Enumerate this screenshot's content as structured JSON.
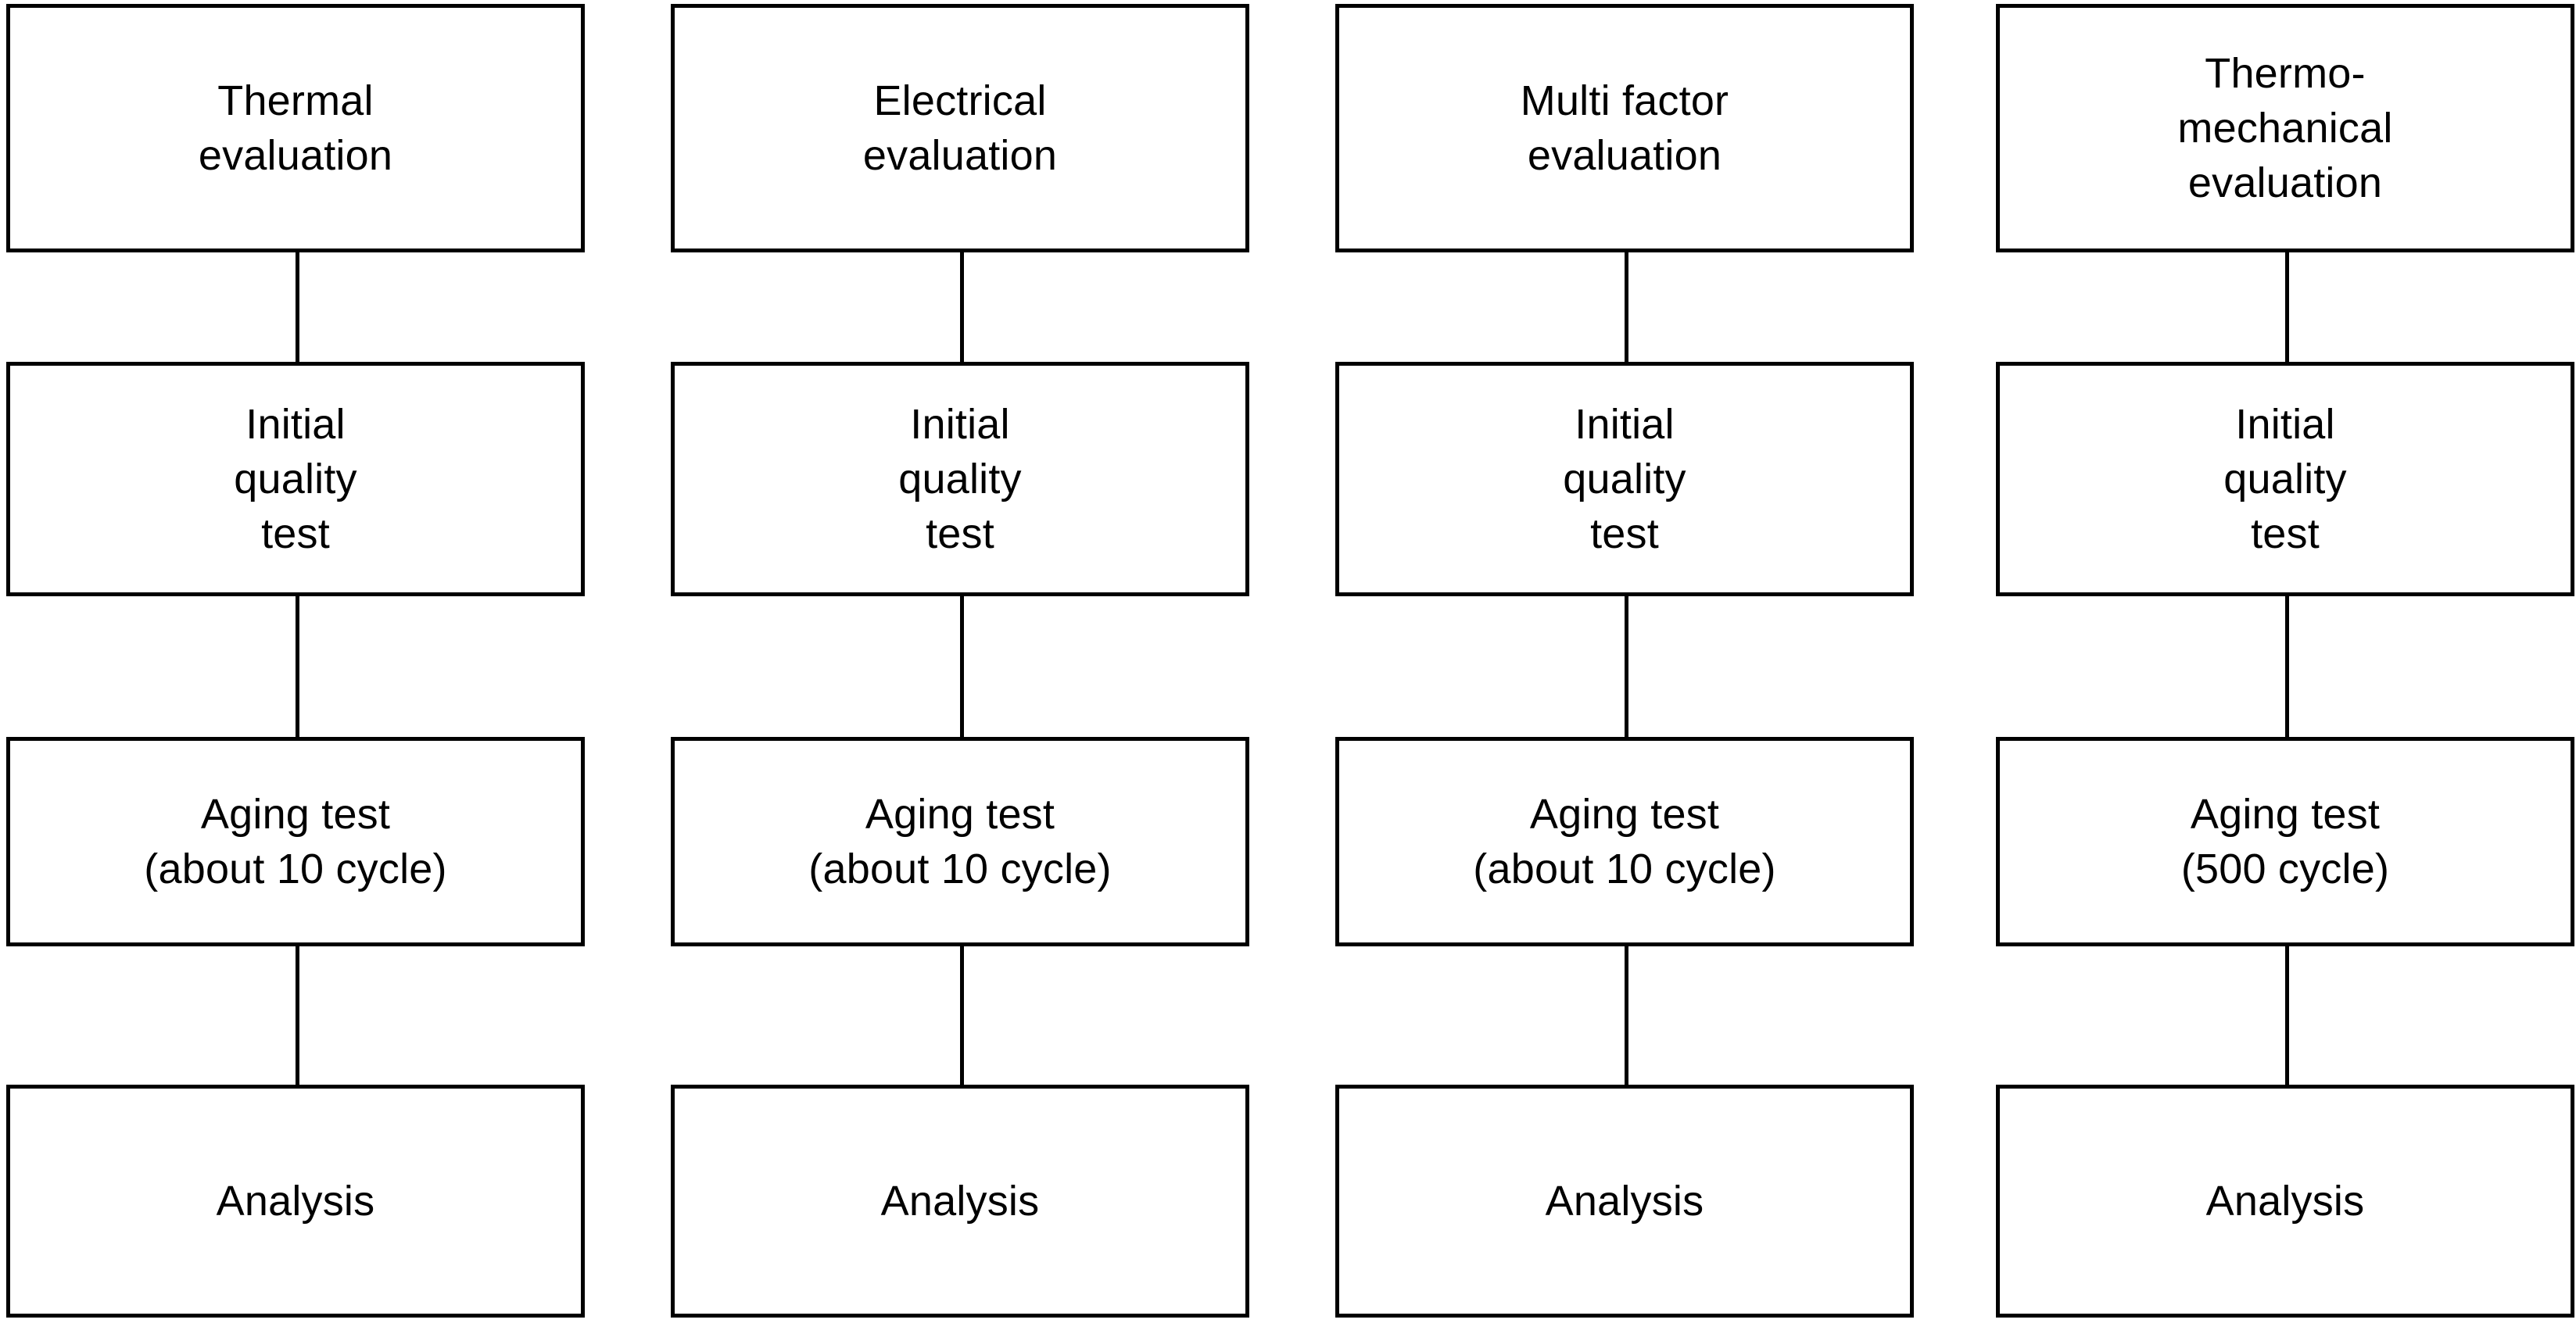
{
  "diagram": {
    "type": "flowchart",
    "orientation": "vertical-columns",
    "column_count": 4,
    "row_count": 4,
    "stroke_color": "#000000",
    "fill_color": "#ffffff",
    "columns": [
      {
        "id": "thermal",
        "nodes": [
          {
            "id": "c0-r0",
            "label": "Thermal\nevaluation"
          },
          {
            "id": "c0-r1",
            "label": "Initial\nquality\ntest"
          },
          {
            "id": "c0-r2",
            "label": "Aging test\n(about 10 cycle)"
          },
          {
            "id": "c0-r3",
            "label": "Analysis"
          }
        ]
      },
      {
        "id": "electrical",
        "nodes": [
          {
            "id": "c1-r0",
            "label": "Electrical\nevaluation"
          },
          {
            "id": "c1-r1",
            "label": "Initial\nquality\ntest"
          },
          {
            "id": "c1-r2",
            "label": "Aging test\n(about 10 cycle)"
          },
          {
            "id": "c1-r3",
            "label": "Analysis"
          }
        ]
      },
      {
        "id": "multi-factor",
        "nodes": [
          {
            "id": "c2-r0",
            "label": "Multi factor\nevaluation"
          },
          {
            "id": "c2-r1",
            "label": "Initial\nquality\ntest"
          },
          {
            "id": "c2-r2",
            "label": "Aging test\n(about 10 cycle)"
          },
          {
            "id": "c2-r3",
            "label": "Analysis"
          }
        ]
      },
      {
        "id": "thermo-mechanical",
        "nodes": [
          {
            "id": "c3-r0",
            "label": "Thermo-\nmechanical\nevaluation"
          },
          {
            "id": "c3-r1",
            "label": "Initial\nquality\ntest"
          },
          {
            "id": "c3-r2",
            "label": "Aging test\n(500 cycle)"
          },
          {
            "id": "c3-r3",
            "label": "Analysis"
          }
        ]
      }
    ]
  }
}
